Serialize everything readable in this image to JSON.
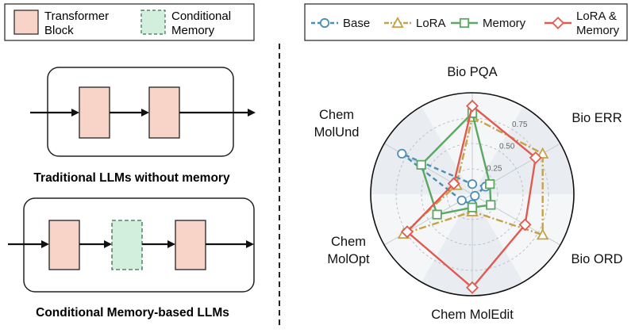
{
  "left_legend": {
    "items": [
      {
        "label_lines": [
          "Transformer",
          "Block"
        ],
        "fill": "#f8d3c8",
        "border": "#222222",
        "dashed": false
      },
      {
        "label_lines": [
          "Conditional",
          "Memory"
        ],
        "fill": "#d2eedd",
        "border": "#3c6e50",
        "dashed": true
      }
    ]
  },
  "diagrams": {
    "traditional": {
      "caption": "Traditional LLMs without memory"
    },
    "memory": {
      "caption": "Conditional Memory-based LLMs"
    }
  },
  "chart_data": {
    "type": "radar",
    "axes": [
      "Bio PQA",
      "Bio ERR",
      "Bio ORD",
      "Chem MolEdit",
      "Chem MolOpt",
      "Chem MolUnd"
    ],
    "axis_label_lines": [
      [
        "Bio PQA"
      ],
      [
        "Bio ERR"
      ],
      [
        "Bio ORD"
      ],
      [
        "Chem MolEdit"
      ],
      [
        "Chem",
        "MolOpt"
      ],
      [
        "Chem",
        "MolUnd"
      ]
    ],
    "rlim": [
      0,
      1
    ],
    "ticks": [
      0.25,
      0.5,
      0.75
    ],
    "tick_labels": [
      "0.25",
      "0.50",
      "0.75"
    ],
    "grid": true,
    "legend_position": "top",
    "series": [
      {
        "name": "Base",
        "values": [
          0.1,
          0.15,
          0.03,
          0.1,
          0.12,
          0.8
        ],
        "color": "#4a8db5",
        "marker": "circle",
        "line": "dashed"
      },
      {
        "name": "LoRA",
        "values": [
          0.76,
          0.8,
          0.8,
          0.17,
          0.78,
          0.18
        ],
        "color": "#c4a24a",
        "marker": "triangle",
        "line": "dashdot"
      },
      {
        "name": "Memory",
        "values": [
          0.8,
          0.2,
          0.21,
          0.13,
          0.4,
          0.58
        ],
        "color": "#5aa862",
        "marker": "square",
        "line": "solid"
      },
      {
        "name": "LoRA & Memory",
        "legend_lines": [
          "LoRA &",
          "Memory"
        ],
        "values": [
          0.87,
          0.72,
          0.6,
          0.92,
          0.74,
          0.21
        ],
        "color": "#e05a50",
        "marker": "diamond",
        "line": "solid"
      }
    ]
  }
}
